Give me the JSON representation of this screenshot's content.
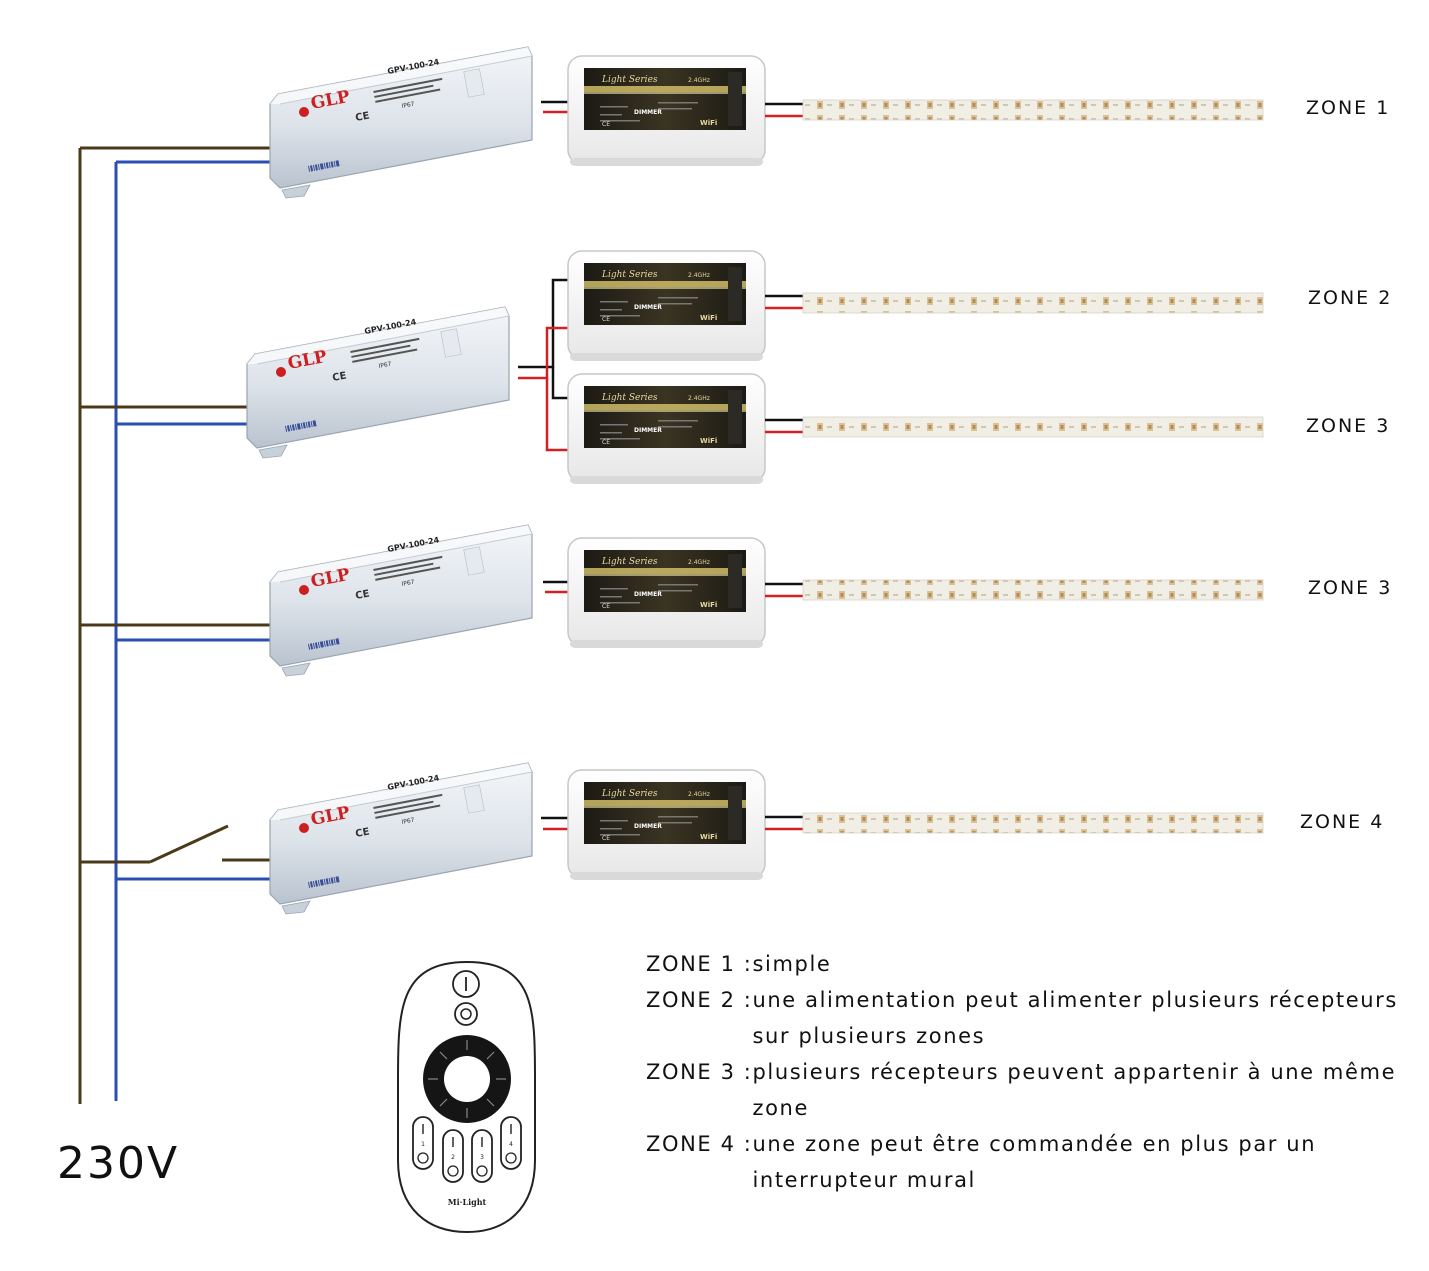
{
  "zones": [
    {
      "label": "ZONE 1"
    },
    {
      "label": "ZONE 2"
    },
    {
      "label": "ZONE 3"
    },
    {
      "label": "ZONE 3"
    },
    {
      "label": "ZONE 4"
    }
  ],
  "supply_voltage": "230V",
  "psu": {
    "brand": "GLP",
    "model": "GPV-100-24",
    "rating": "IP67"
  },
  "receiver": {
    "series": "Light Series",
    "freq": "2.4GHz",
    "function": "DIMMER",
    "wifi": "WiFi"
  },
  "remote": {
    "brand": "Mi·Light",
    "buttons": [
      "1",
      "2",
      "3",
      "4"
    ]
  },
  "legend": [
    {
      "key": "ZONE 1 : ",
      "text": "simple"
    },
    {
      "key": "ZONE 2 : ",
      "text": "une alimentation peut alimenter plusieurs récepteurs sur plusieurs zones"
    },
    {
      "key": "ZONE 3 : ",
      "text": "plusieurs récepteurs peuvent appartenir à une même zone"
    },
    {
      "key": "ZONE 4 : ",
      "text": "une zone peut être commandée en plus par un interrupteur mural"
    }
  ],
  "colors": {
    "live": "#4a3a1a",
    "neutral": "#2a4fb0",
    "positive": "#d42020",
    "negative": "#111111"
  }
}
